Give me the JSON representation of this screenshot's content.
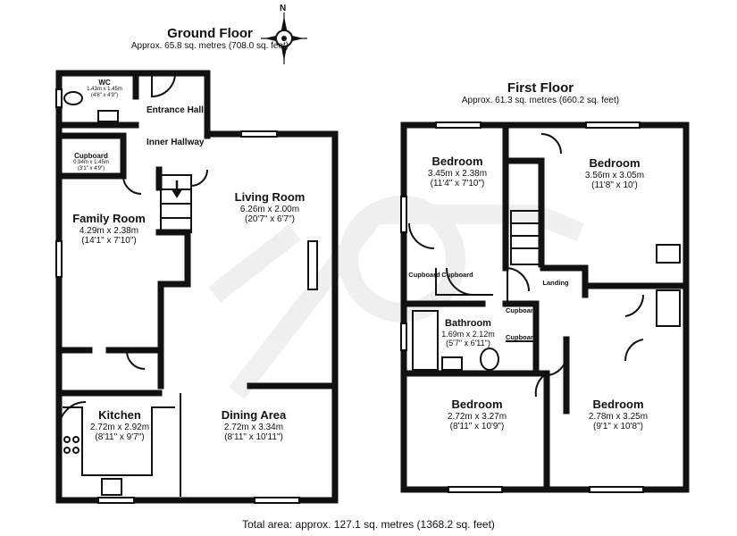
{
  "compass": {
    "north_label": "N"
  },
  "ground_floor": {
    "title": "Ground Floor",
    "area": "Approx. 65.8 sq. metres (708.0 sq. feet)",
    "rooms": [
      {
        "id": "wc",
        "name": "WC",
        "dims": [
          "1.43m x 1.45m",
          "(4'8\" x 4'9\")"
        ]
      },
      {
        "id": "entrance-hall",
        "name": "Entrance Hall",
        "dims": []
      },
      {
        "id": "inner-hallway",
        "name": "Inner Hallway",
        "dims": []
      },
      {
        "id": "cupboard",
        "name": "Cupboard",
        "dims": [
          "0.94m x 1.45m",
          "(3'1\" x 4'9\")"
        ]
      },
      {
        "id": "family-room",
        "name": "Family Room",
        "dims": [
          "4.29m x 2.38m",
          "(14'1\" x 7'10\")"
        ]
      },
      {
        "id": "living-room",
        "name": "Living Room",
        "dims": [
          "6.26m x 2.00m",
          "(20'7\" x 6'7\")"
        ]
      },
      {
        "id": "kitchen",
        "name": "Kitchen",
        "dims": [
          "2.72m x 2.92m",
          "(8'11\" x 9'7\")"
        ]
      },
      {
        "id": "dining-area",
        "name": "Dining Area",
        "dims": [
          "2.72m x 3.34m",
          "(8'11\" x 10'11\")"
        ]
      }
    ]
  },
  "first_floor": {
    "title": "First Floor",
    "area": "Approx. 61.3 sq. metres (660.2 sq. feet)",
    "rooms": [
      {
        "id": "bedroom-1",
        "name": "Bedroom",
        "dims": [
          "3.45m x 2.38m",
          "(11'4\" x 7'10\")"
        ]
      },
      {
        "id": "bedroom-2",
        "name": "Bedroom",
        "dims": [
          "3.56m x 3.05m",
          "(11'8\" x 10')"
        ]
      },
      {
        "id": "cupboard-a",
        "name": "Cupboard",
        "dims": []
      },
      {
        "id": "cupboard-b",
        "name": "Cupboard",
        "dims": []
      },
      {
        "id": "landing",
        "name": "Landing",
        "dims": []
      },
      {
        "id": "bathroom",
        "name": "Bathroom",
        "dims": [
          "1.69m x 2.12m",
          "(5'7\" x 6'11\")"
        ]
      },
      {
        "id": "cupboard-c",
        "name": "Cupboard",
        "dims": []
      },
      {
        "id": "cupboard-d",
        "name": "Cupboard",
        "dims": []
      },
      {
        "id": "bedroom-3",
        "name": "Bedroom",
        "dims": [
          "2.72m x 3.27m",
          "(8'11\" x 10'9\")"
        ]
      },
      {
        "id": "bedroom-4",
        "name": "Bedroom",
        "dims": [
          "2.78m x 3.25m",
          "(9'1\" x 10'8\")"
        ]
      }
    ]
  },
  "total_area": "Total area: approx. 127.1 sq. metres (1368.2 sq. feet)"
}
